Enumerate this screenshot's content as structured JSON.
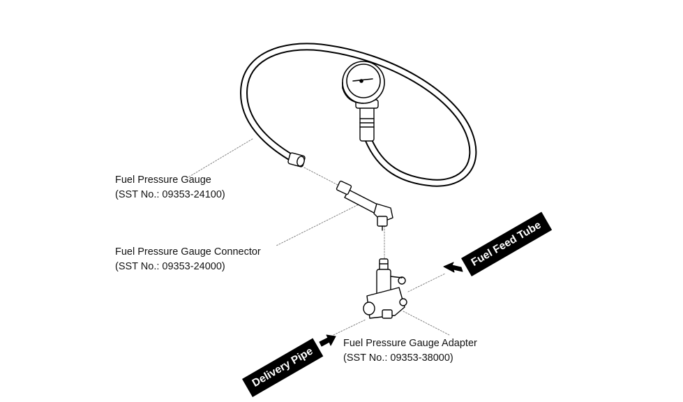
{
  "labels": {
    "gauge": {
      "name": "Fuel Pressure Gauge",
      "sst": "(SST No.: 09353-24100)"
    },
    "connector": {
      "name": "Fuel Pressure Gauge Connector",
      "sst": "(SST No.: 09353-24000)"
    },
    "adapter": {
      "name": "Fuel Pressure Gauge Adapter",
      "sst": "(SST No.: 09353-38000)"
    }
  },
  "tags": {
    "fuel_feed_tube": "Fuel Feed Tube",
    "delivery_pipe": "Delivery Pipe"
  }
}
